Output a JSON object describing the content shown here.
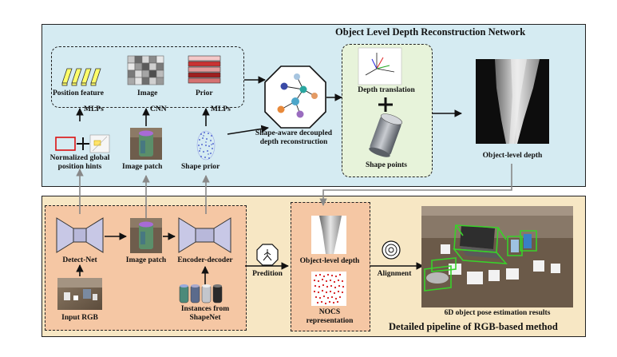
{
  "top_panel": {
    "title": "Object Level Depth Reconstruction Network",
    "position_feature": "Position feature",
    "image": "Image",
    "prior": "Prior",
    "mlps_left": "MLPs",
    "cnn": "CNN",
    "mlps_right": "MLPs",
    "hints_line1": "Normalized global",
    "hints_line2": "position hints",
    "image_patch": "Image patch",
    "shape_prior": "Shape prior",
    "decoupled_line1": "Shape-aware decoupled",
    "decoupled_line2": "depth reconstruction",
    "depth_translation": "Depth translation",
    "plus": "+",
    "shape_points": "Shape points",
    "object_level_depth": "Object-level depth"
  },
  "bottom_panel": {
    "title": "Detailed pipeline of RGB-based method",
    "detect_net": "Detect-Net",
    "image_patch": "Image patch",
    "encoder_decoder": "Encoder-decoder",
    "input_rgb": "Input RGB",
    "instances_line1": "Instances from",
    "instances_line2": "ShapeNet",
    "predition": "Predition",
    "object_level_depth": "Object-level depth",
    "nocs_line1": "NOCS",
    "nocs_line2": "representation",
    "alignment": "Alignment",
    "results": "6D object pose estimation results"
  },
  "colors": {
    "top_bg": "#d5ebf2",
    "bottom_bg": "#f7e7c4",
    "green_box": "#e7f3da",
    "orange_box": "#f5c7a4",
    "purple_network": "#c8c8e6",
    "nocs_red": "#d61a1a",
    "pose_box_green": "#39d12a"
  },
  "icons": [
    "bar-feature-icon",
    "grid-image-icon",
    "prior-stack-icon",
    "graph-network-icon",
    "prediction-sign-icon",
    "alignment-target-icon"
  ]
}
